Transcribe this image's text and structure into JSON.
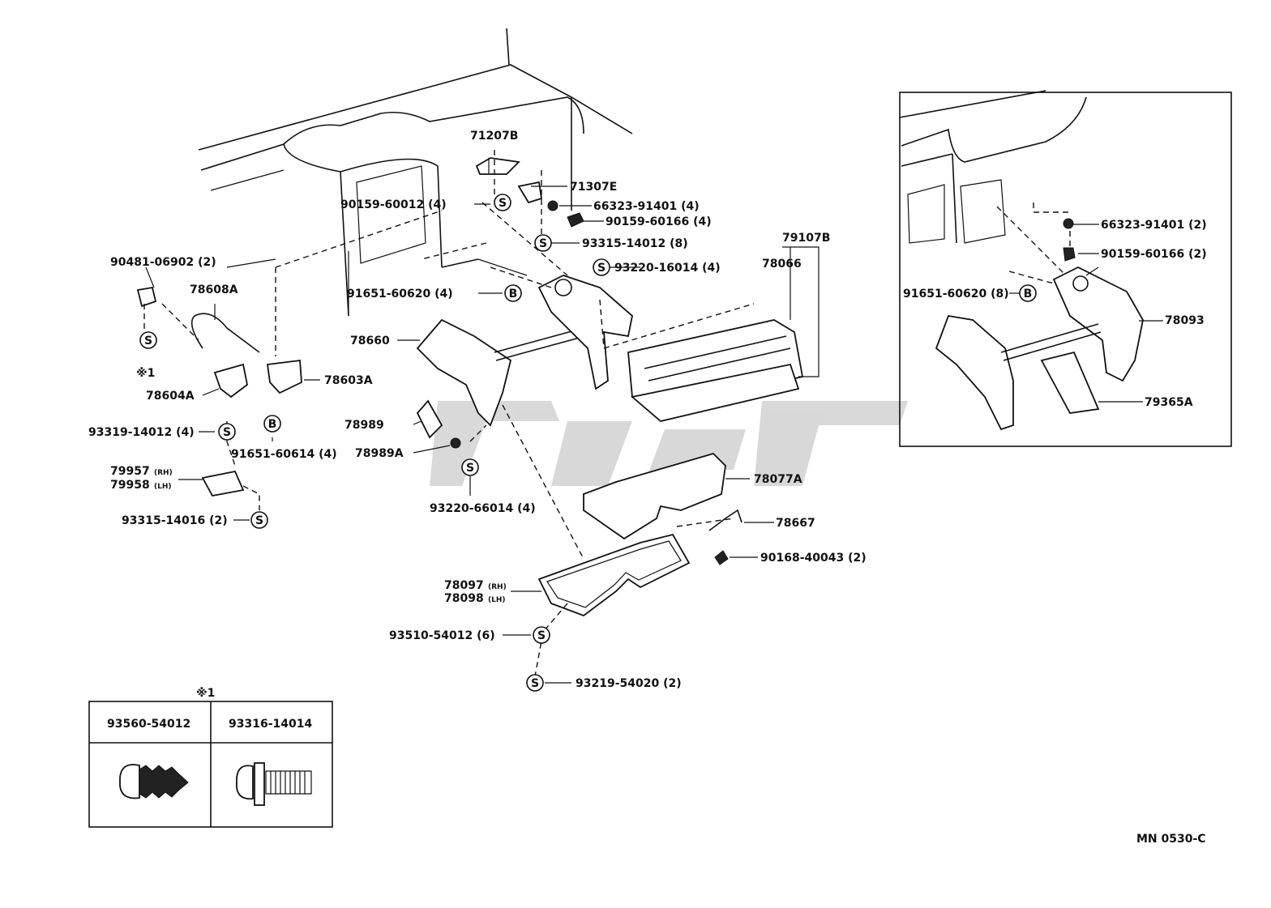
{
  "diagram_code": "MN 0530-C",
  "main_labels": {
    "p71207B": "71207B",
    "p71307E": "71307E",
    "p66323_4": "66323-91401 (4)",
    "p90159_66_4": "90159-60166 (4)",
    "p93315_8": "93315-14012 (8)",
    "p90159_12_4": "90159-60012 (4)",
    "p90481": "90481-06902 (2)",
    "p78608A": "78608A",
    "p91651_20_4": "91651-60620 (4)",
    "p93220_16": "93220-16014 (4)",
    "p79107B": "79107B",
    "p78066": "78066",
    "p78660": "78660",
    "p78603A": "78603A",
    "p78604A": "78604A",
    "p93319": "93319-14012 (4)",
    "p91651_14": "91651-60614 (4)",
    "p78989": "78989",
    "p78989A": "78989A",
    "p79957": "79957",
    "p79958": "79958",
    "rh": "(RH)",
    "lh": "(LH)",
    "p93315_16": "93315-14016 (2)",
    "p93220_66": "93220-66014 (4)",
    "p78077A": "78077A",
    "p78667": "78667",
    "p90168": "90168-40043 (2)",
    "p78097": "78097",
    "p78098": "78098",
    "p93510": "93510-54012 (6)",
    "p93219": "93219-54020 (2)",
    "note1": "※1"
  },
  "inset_labels": {
    "p66323_2": "66323-91401 (2)",
    "p90159_2": "90159-60166 (2)",
    "p91651_8": "91651-60620 (8)",
    "p78093": "78093",
    "p79365A": "79365A"
  },
  "callouts": {
    "s": "S",
    "b": "B"
  },
  "legend": {
    "title": "※1",
    "col1": "93560-54012",
    "col2": "93316-14014"
  }
}
